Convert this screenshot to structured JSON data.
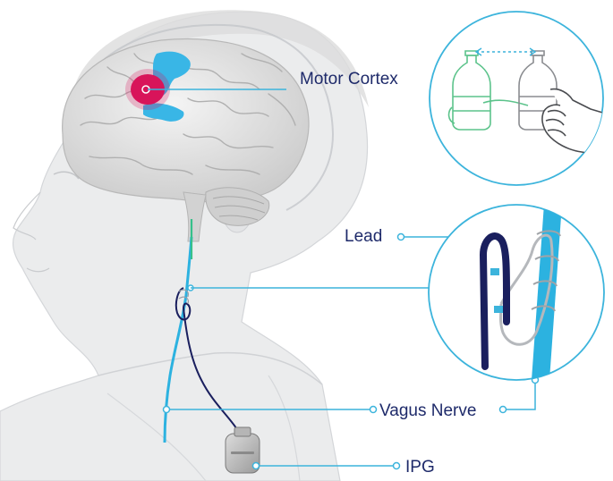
{
  "labels": {
    "motor_cortex": "Motor Cortex",
    "lead": "Lead",
    "vagus_nerve": "Vagus Nerve",
    "ipg": "IPG"
  },
  "colors": {
    "label_text": "#1e2a6a",
    "callout_line": "#3cb4dc",
    "motor_region": "#d8145a",
    "cortex_highlight": "#39b6e6",
    "vagus_nerve": "#2cb2e0",
    "lead_wire": "#1a1f5e",
    "head_silhouette": "#e9eaec",
    "brain": "#dadada"
  }
}
